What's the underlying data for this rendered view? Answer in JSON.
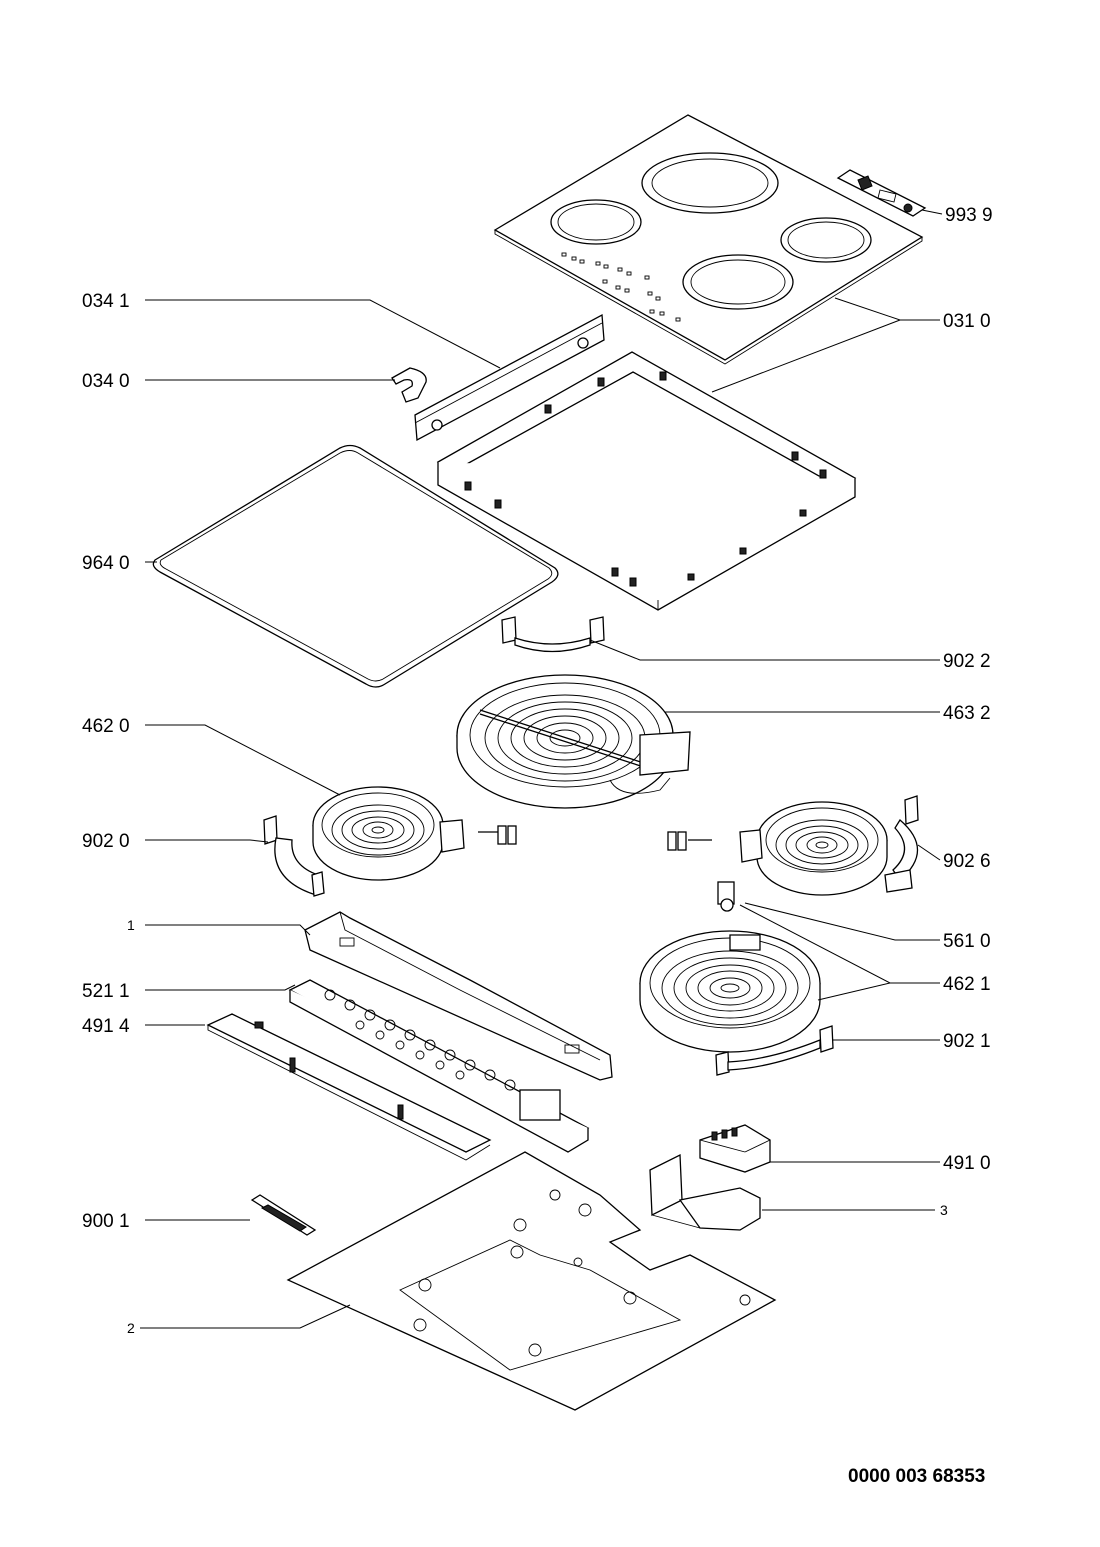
{
  "diagram": {
    "labels": {
      "l9939": "993 9",
      "l0341": "034 1",
      "l0310": "031 0",
      "l0340": "034 0",
      "l9640": "964 0",
      "l9022": "902 2",
      "l4632": "463 2",
      "l4620": "462 0",
      "l9020": "902 0",
      "l9026": "902 6",
      "l1": "1",
      "l5610": "561 0",
      "l5211": "521 1",
      "l4621": "462 1",
      "l4914": "491 4",
      "l9021": "902 1",
      "l4910": "491 0",
      "l9001": "900 1",
      "l3": "3",
      "l2": "2"
    },
    "document_number": "0000 003 68353"
  }
}
